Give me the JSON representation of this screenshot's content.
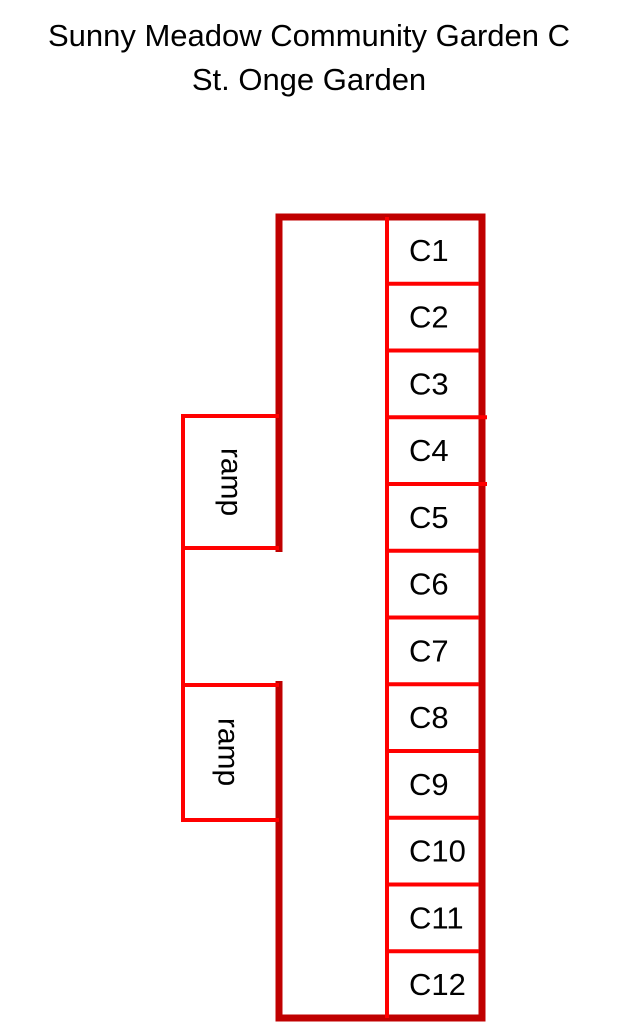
{
  "header": {
    "title": "Sunny Meadow Community Garden C",
    "subtitle": "St. Onge Garden"
  },
  "colors": {
    "frame": "#c00000",
    "lines": "#ff0000",
    "text": "#000000"
  },
  "ramps": [
    {
      "label": "ramp"
    },
    {
      "label": "ramp"
    }
  ],
  "plots": [
    {
      "label": "C1"
    },
    {
      "label": "C2"
    },
    {
      "label": "C3"
    },
    {
      "label": "C4"
    },
    {
      "label": "C5"
    },
    {
      "label": "C6"
    },
    {
      "label": "C7"
    },
    {
      "label": "C8"
    },
    {
      "label": "C9"
    },
    {
      "label": "C10"
    },
    {
      "label": "C11"
    },
    {
      "label": "C12"
    }
  ]
}
